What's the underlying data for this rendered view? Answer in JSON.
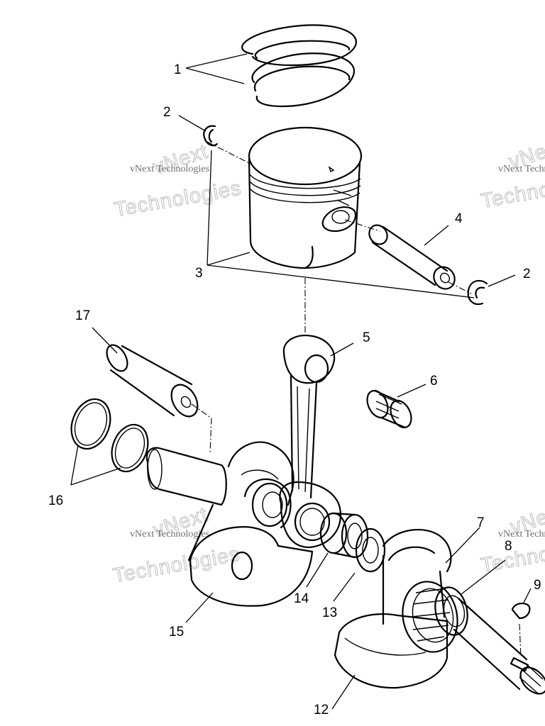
{
  "callouts": {
    "c1": "1",
    "c2a": "2",
    "c2b": "2",
    "c3": "3",
    "c4": "4",
    "c5": "5",
    "c6": "6",
    "c7": "7",
    "c8": "8",
    "c9": "9",
    "c12": "12",
    "c13": "13",
    "c14": "14",
    "c15": "15",
    "c16": "16",
    "c17": "17"
  },
  "watermark": {
    "line1": "vNext",
    "line2": "vNext Technologies",
    "line3": "Technologies"
  }
}
